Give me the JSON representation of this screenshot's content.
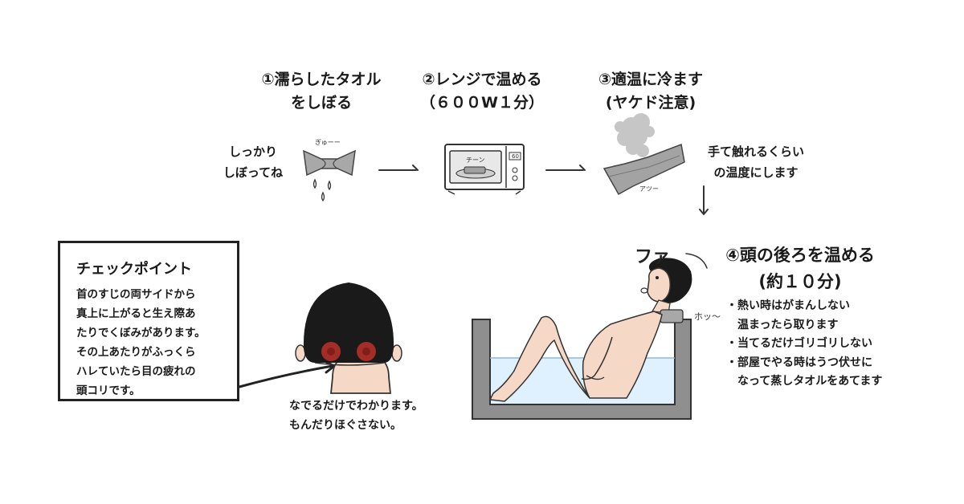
{
  "steps": [
    {
      "line1": "①濡らしたタオル",
      "line2": "をしぼる",
      "note1": "しっかり",
      "note2": "しぼってね",
      "sfx": "ぎゅーー"
    },
    {
      "line1": "②レンジで温める",
      "line2": "（６００W１分）",
      "sfx": "チーン",
      "display": "60"
    },
    {
      "line1": "③適温に冷ます",
      "line2": "(ヤケド注意)",
      "note1": "手て触れるくらい",
      "note2": "の温度にします",
      "sfx": "アツー"
    }
  ],
  "checkpoint": {
    "title": "チェックポイント",
    "lines": [
      "首のすじの両サイドから",
      "真上に上がると生え際あ",
      "たりでくぼみがあります。",
      "その上あたりがふっくら",
      "ハレていたら目の疲れの",
      "頭コリです。"
    ],
    "caption1": "なでるだけでわかります。",
    "caption2": "もんだりほぐさない。"
  },
  "bath": {
    "title1": "④頭の後ろを温める",
    "title2": "(約１０分)",
    "sfx1": "ファ",
    "sfx2": "ホッ〜",
    "tips": [
      "・熱い時はがまんしない",
      "　温まったら取ります",
      "・当てるだけゴリゴリしない",
      "・部屋でやる時はうつ伏せに",
      "　なって蒸しタオルをあてます"
    ]
  }
}
